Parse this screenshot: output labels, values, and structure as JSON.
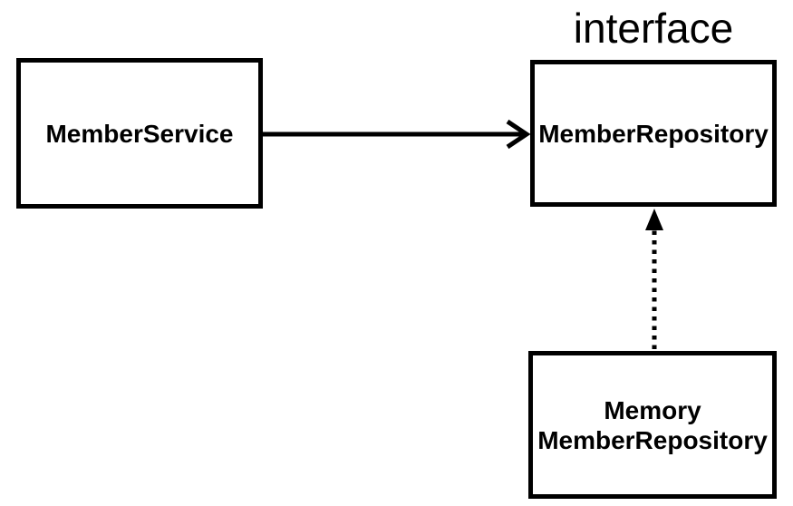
{
  "diagram": {
    "colors": {
      "background": "#ffffff",
      "line": "#000000",
      "text": "#000000"
    },
    "nodes": {
      "member_service": {
        "label": "MemberService"
      },
      "member_repository": {
        "label": "MemberRepository",
        "stereotype": "interface"
      },
      "memory_member_repository": {
        "label_line1": "Memory",
        "label_line2": "MemberRepository"
      }
    },
    "edges": {
      "dependency": {
        "from": "MemberService",
        "to": "MemberRepository",
        "style": "solid",
        "arrowhead": "open-chevron"
      },
      "implementation": {
        "from": "MemoryMemberRepository",
        "to": "MemberRepository",
        "style": "dotted",
        "arrowhead": "filled-triangle"
      }
    }
  }
}
